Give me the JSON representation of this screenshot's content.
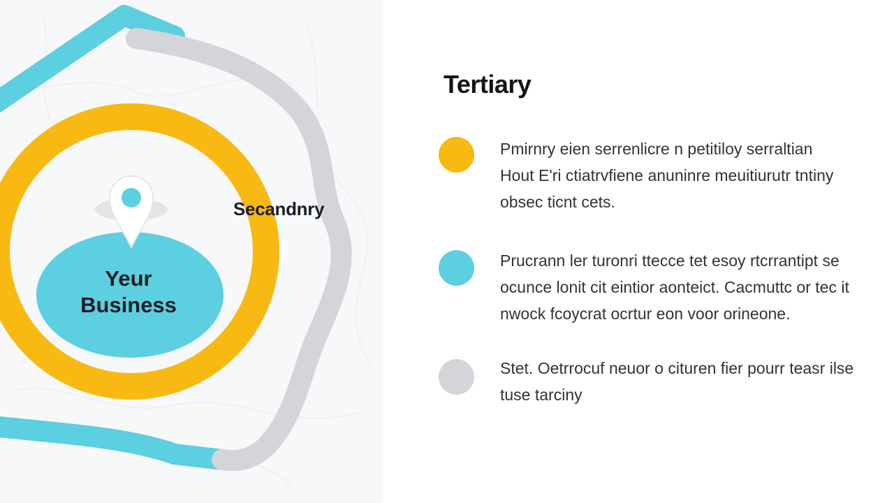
{
  "diagram": {
    "outer_label": "Secandnry",
    "center_label_line1": "Yeur",
    "center_label_line2": "Business",
    "colors": {
      "blue": "#5ccfe0",
      "yellow": "#f7b912",
      "gray": "#d3d5d8"
    },
    "icons": [
      "location-pin-icon"
    ]
  },
  "legend": {
    "title": "Tertiary",
    "items": [
      {
        "color": "#f7b912",
        "line1": "Pmirnry eien serrenlicre n petitiloy serraltian",
        "line2": "Hout E'ri ctiatrvfiene anuninre meuitiurutr tntiny",
        "line3": "obsec ticnt cets."
      },
      {
        "color": "#5ccfe0",
        "line1": "Prucrann ler turonri ttecce tet esoy rtcrrantipt se",
        "line2": "ocunce lonit cit eintior aonteict. Cacmuttc or tec it",
        "line3": "nwock fcoycrat ocrtur eon voor orineone."
      },
      {
        "color": "#d3d5d8",
        "line1": "Stet. Oetrrocuf neuor o cituren fier pourr teasr ilse",
        "line2": "tuse tarciny",
        "line3": ""
      }
    ]
  }
}
